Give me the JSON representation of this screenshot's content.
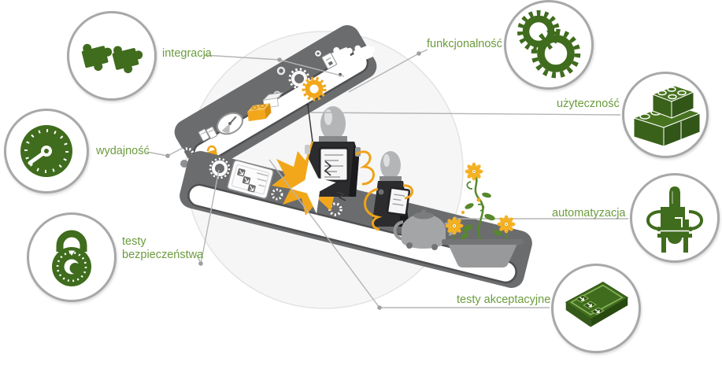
{
  "nodes": [
    {
      "id": "integracja",
      "label": "integracja",
      "icon": "puzzle-icon"
    },
    {
      "id": "funkcjonalnosc",
      "label": "funkcjonalność",
      "icon": "gears-icon"
    },
    {
      "id": "uzytecznosc",
      "label": "użyteczność",
      "icon": "lego-bricks-icon"
    },
    {
      "id": "wydajnosc",
      "label": "wydajność",
      "icon": "gauge-icon"
    },
    {
      "id": "automatyzacja",
      "label": "automatyzacja",
      "icon": "robot-icon"
    },
    {
      "id": "testy-bezpieczenstwa",
      "label_line1": "testy",
      "label_line2": "bezpieczeństwa",
      "icon": "combination-lock-icon"
    },
    {
      "id": "testy-akceptacyjne",
      "label": "testy akceptacyjne",
      "icon": "keypad-icon"
    }
  ],
  "colors": {
    "icon_green": "#3f6c1d",
    "label_green": "#6b9c3e",
    "plant_green": "#55892c",
    "orange": "#f2a71b",
    "belt_gray": "#6b6c6e",
    "circle_border": "#a7a8aa",
    "leader_line": "#b5b5b6"
  },
  "scene_icons": [
    "conveyor-belt-upper",
    "conveyor-belt-lower",
    "explosion-burst",
    "test-robot-left",
    "test-robot-right",
    "teapot",
    "flower-planter",
    "tablet-on-belt"
  ]
}
